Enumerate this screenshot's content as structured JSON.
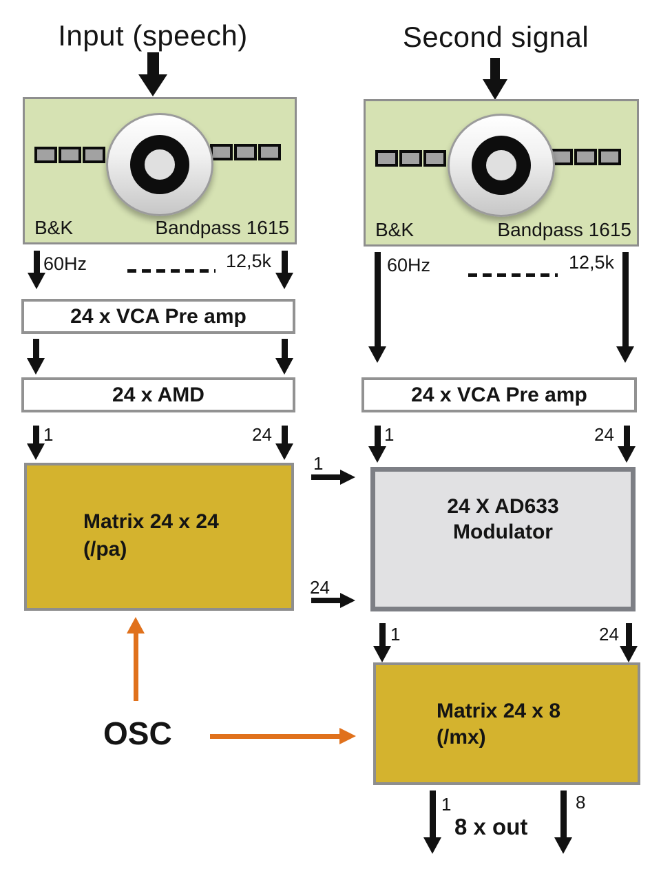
{
  "left": {
    "title": "Input (speech)",
    "brand": "B&K",
    "device": "Bandpass 1615",
    "freq_low": "60Hz",
    "freq_high": "12,5k",
    "vca": "24 x VCA Pre amp",
    "amd": "24 x AMD",
    "ch_first": "1",
    "ch_last": "24",
    "matrix_line1": "Matrix 24 x 24",
    "matrix_line2": "(/pa)"
  },
  "right": {
    "title": "Second signal",
    "brand": "B&K",
    "device": "Bandpass 1615",
    "freq_low": "60Hz",
    "freq_high": "12,5k",
    "vca": "24 x VCA Pre amp",
    "ch_first": "1",
    "ch_last": "24",
    "mod_line1": "24 X AD633",
    "mod_line2": "Modulator",
    "mod_out_first": "1",
    "mod_out_last": "24",
    "matrix_line1": "Matrix 24 x 8",
    "matrix_line2": "(/mx)",
    "out_first": "1",
    "out_last": "8",
    "out_label": "8 x out"
  },
  "cross": {
    "first": "1",
    "last": "24"
  },
  "osc": {
    "label": "OSC"
  },
  "colors": {
    "panel_green": "#d6e2b3",
    "matrix_yellow": "#d4b32e",
    "modulator_gray": "#e1e1e3",
    "arrow_orange": "#e0711c",
    "border_gray": "#8e8e8e"
  }
}
